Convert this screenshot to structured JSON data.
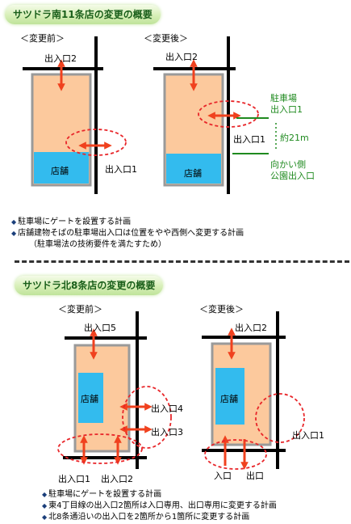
{
  "top": {
    "title": "サツドラ南11条店の変更の概要",
    "before_label": "＜変更前＞",
    "after_label": "＜変更後＞",
    "before": {
      "entrance_2": "出入口2",
      "entrance_1": "出入口1",
      "store": "店舗"
    },
    "after": {
      "entrance_2": "出入口2",
      "entrance_1": "出入口1",
      "store": "店舗",
      "parking_entrance_line1": "駐車場",
      "parking_entrance_line2": "出入口1",
      "distance": "約21m",
      "opposite_line1": "向かい側",
      "opposite_line2": "公園出入口"
    },
    "notes": [
      "駐車場にゲートを設置する計画",
      "店舗建物そばの駐車場出入口は位置をやや西側へ変更する計画",
      "（駐車場法の技術要件を満たすため）"
    ]
  },
  "bottom": {
    "title": "サツドラ北8条店の変更の概要",
    "before_label": "＜変更前＞",
    "after_label": "＜変更後＞",
    "before": {
      "entrance_5": "出入口5",
      "entrance_4": "出入口4",
      "entrance_3": "出入口3",
      "entrance_1": "出入口1",
      "entrance_2": "出入口2",
      "store": "店舗"
    },
    "after": {
      "entrance_2": "出入口2",
      "entrance_1": "出入口1",
      "entry": "入口",
      "exit": "出口",
      "store": "店舗"
    },
    "notes": [
      "駐車場にゲートを設置する計画",
      "東4丁目線の出入口2箇所は入口専用、出口専用に変更する計画",
      "北8条通沿いの出入口を2箇所から1箇所に変更する計画"
    ]
  },
  "colors": {
    "lot": "#fcc99d",
    "lot_border": "#9a9a9a",
    "store": "#33bbee",
    "road": "#000000",
    "arrow": "#f0411e",
    "dashed": "#e8262a",
    "green": "#1f8a1f"
  }
}
